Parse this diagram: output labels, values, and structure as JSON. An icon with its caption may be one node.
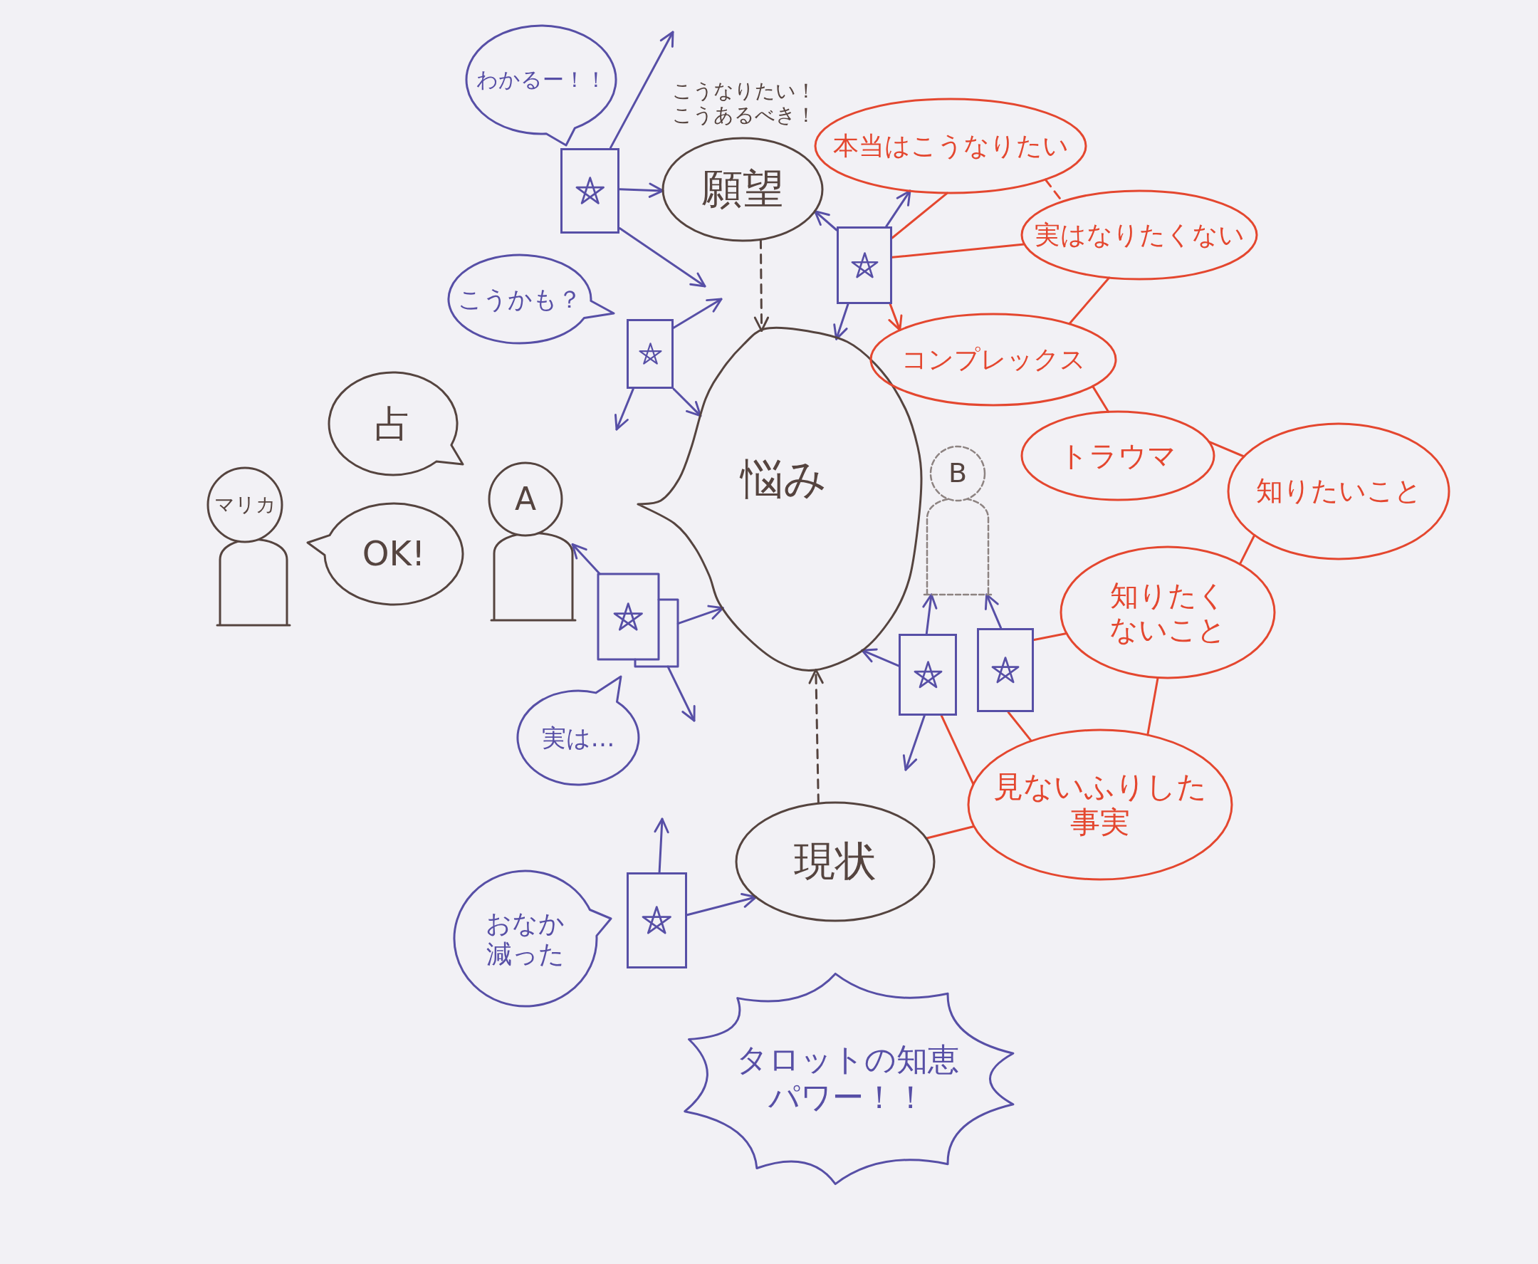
{
  "diagram": {
    "nodes": [
      {
        "text": [
          "わかるー！！"
        ]
      },
      {
        "text": [
          "願望"
        ],
        "beside": [
          "こうなりたい！こうあるべき！"
        ]
      },
      {
        "text": [],
        "shape": "card"
      },
      {
        "text": [
          "本当はこうなりたい"
        ]
      },
      {
        "text": [
          "実はなりたくない"
        ]
      },
      {
        "text": [],
        "shape": "card"
      },
      {
        "text": [
          "こうかも？"
        ]
      },
      {
        "text": [],
        "shape": "card"
      },
      {
        "text": [
          "悩み"
        ]
      },
      {
        "text": [
          "コンプレックス"
        ]
      },
      {
        "text": [
          "トラウマ"
        ]
      },
      {
        "text": [
          "占"
        ]
      },
      {
        "text": [
          "知りたいこと"
        ]
      },
      {
        "text": [
          "マリカ"
        ]
      },
      {
        "text": [
          "OK!"
        ]
      },
      {
        "text": [
          "A"
        ]
      },
      {
        "text": [
          "B"
        ]
      },
      {
        "text": [],
        "shape": "card"
      },
      {
        "text": [
          "知りたくないこと"
        ]
      },
      {
        "text": [],
        "shape": "card"
      },
      {
        "text": [],
        "shape": "card"
      },
      {
        "text": [
          "実は…"
        ]
      },
      {
        "text": [
          "見ないふりした事実"
        ]
      },
      {
        "text": [
          "現状"
        ]
      },
      {
        "text": [
          "おなか減った"
        ]
      },
      {
        "text": [],
        "shape": "card"
      },
      {
        "text": [
          "タロットの知恵パワー！！"
        ]
      }
    ],
    "edges": [
      {
        "from": 2,
        "to": 1,
        "arrow": "to"
      },
      {
        "from": 2,
        "to": null,
        "arrow": "to"
      },
      {
        "from": 2,
        "to": null,
        "arrow": "to"
      },
      {
        "from": 1,
        "to": 8,
        "arrow": "to",
        "style": "dashed",
        "color": "#55443f"
      },
      {
        "from": 5,
        "to": 1,
        "arrow": "to"
      },
      {
        "from": 5,
        "to": 3,
        "arrow": "to"
      },
      {
        "from": 5,
        "to": 8,
        "arrow": "to"
      },
      {
        "from": 3,
        "to": 5,
        "arrow": "none",
        "color": "#e4472f"
      },
      {
        "from": 4,
        "to": 5,
        "arrow": "none",
        "color": "#e4472f"
      },
      {
        "from": 3,
        "to": 4,
        "arrow": "none",
        "style": "dashed",
        "color": "#e4472f"
      },
      {
        "from": 4,
        "to": 9,
        "arrow": "none",
        "color": "#e4472f"
      },
      {
        "from": 5,
        "to": 9,
        "arrow": "to",
        "color": "#e4472f"
      },
      {
        "from": 9,
        "to": 10,
        "arrow": "none",
        "color": "#e4472f"
      },
      {
        "from": 10,
        "to": 12,
        "arrow": "none",
        "color": "#e4472f"
      },
      {
        "from": 12,
        "to": 18,
        "arrow": "none",
        "color": "#e4472f"
      },
      {
        "from": 18,
        "to": 20,
        "arrow": "none",
        "color": "#e4472f"
      },
      {
        "from": 18,
        "to": 22,
        "arrow": "none",
        "color": "#e4472f"
      },
      {
        "from": 20,
        "to": 22,
        "arrow": "none",
        "color": "#e4472f"
      },
      {
        "from": 19,
        "to": 22,
        "arrow": "none",
        "color": "#e4472f"
      },
      {
        "from": 22,
        "to": 23,
        "arrow": "none",
        "color": "#e4472f"
      },
      {
        "from": 7,
        "to": null,
        "arrow": "to"
      },
      {
        "from": 7,
        "to": null,
        "arrow": "to"
      },
      {
        "from": 7,
        "to": 8,
        "arrow": "to"
      },
      {
        "from": 17,
        "to": 15,
        "arrow": "to"
      },
      {
        "from": 17,
        "to": 8,
        "arrow": "to"
      },
      {
        "from": 17,
        "to": null,
        "arrow": "to"
      },
      {
        "from": 19,
        "to": 16,
        "arrow": "to"
      },
      {
        "from": 19,
        "to": 8,
        "arrow": "to"
      },
      {
        "from": 19,
        "to": null,
        "arrow": "to"
      },
      {
        "from": 20,
        "to": 16,
        "arrow": "to"
      },
      {
        "from": 23,
        "to": 8,
        "arrow": "to",
        "style": "dashed",
        "color": "#55443f"
      },
      {
        "from": 25,
        "to": null,
        "arrow": "to"
      },
      {
        "from": 25,
        "to": 23,
        "arrow": "to"
      }
    ]
  }
}
